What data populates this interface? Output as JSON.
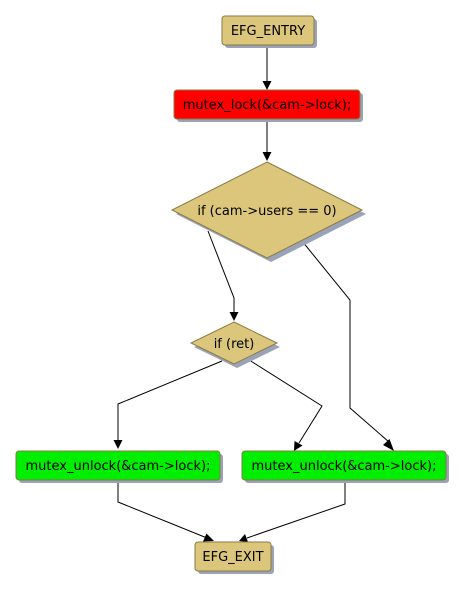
{
  "nodes": {
    "entry": {
      "label": "EFG_ENTRY",
      "color": "#dcc67c"
    },
    "lock": {
      "label": "mutex_lock(&cam->lock);",
      "color": "#ff0000"
    },
    "cond_users": {
      "label": "if (cam->users == 0)",
      "color": "#dcc67c"
    },
    "cond_ret": {
      "label": "if (ret)",
      "color": "#dcc67c"
    },
    "unlock_left": {
      "label": "mutex_unlock(&cam->lock);",
      "color": "#00ee00"
    },
    "unlock_right": {
      "label": "mutex_unlock(&cam->lock);",
      "color": "#00ee00"
    },
    "exit": {
      "label": "EFG_EXIT",
      "color": "#dcc67c"
    }
  },
  "colors": {
    "border": "#8a7a44",
    "edge": "#000000",
    "shadow": "#9aa3b8"
  }
}
